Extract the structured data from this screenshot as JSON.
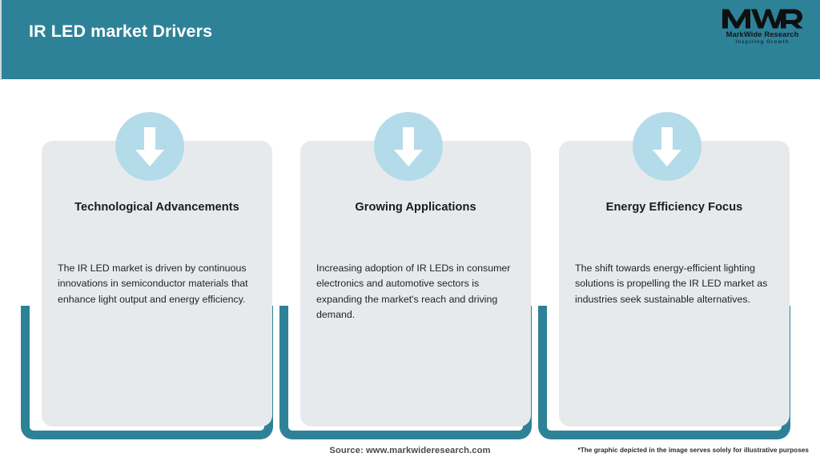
{
  "header": {
    "title": "IR LED market Drivers",
    "background_color": "#2e8298",
    "title_color": "#ffffff"
  },
  "logo": {
    "mark": "MWR",
    "icon_name": "mwr-logo-icon",
    "name": "MarkWide Research",
    "tagline": "Inspiring Growth"
  },
  "cards": [
    {
      "icon": "down-arrow-icon",
      "title": "Technological Advancements",
      "body": "The IR LED market is driven by continuous innovations in semiconductor materials that enhance light output and energy efficiency."
    },
    {
      "icon": "down-arrow-icon",
      "title": "Growing Applications",
      "body": "Increasing adoption of IR LEDs in consumer electronics and automotive sectors is expanding the market's reach and driving demand."
    },
    {
      "icon": "down-arrow-icon",
      "title": "Energy Efficiency Focus",
      "body": "The shift towards energy-efficient lighting solutions is propelling the IR LED market as industries seek sustainable alternatives."
    }
  ],
  "footer": {
    "source": "Source: www.markwideresearch.com",
    "disclaimer": "*The graphic depicted in the image serves solely for illustrative purposes"
  },
  "colors": {
    "teal": "#2e8298",
    "card_gray": "#e7eaec",
    "icon_blue": "#b4dbea",
    "arrow_white": "#ffffff"
  }
}
